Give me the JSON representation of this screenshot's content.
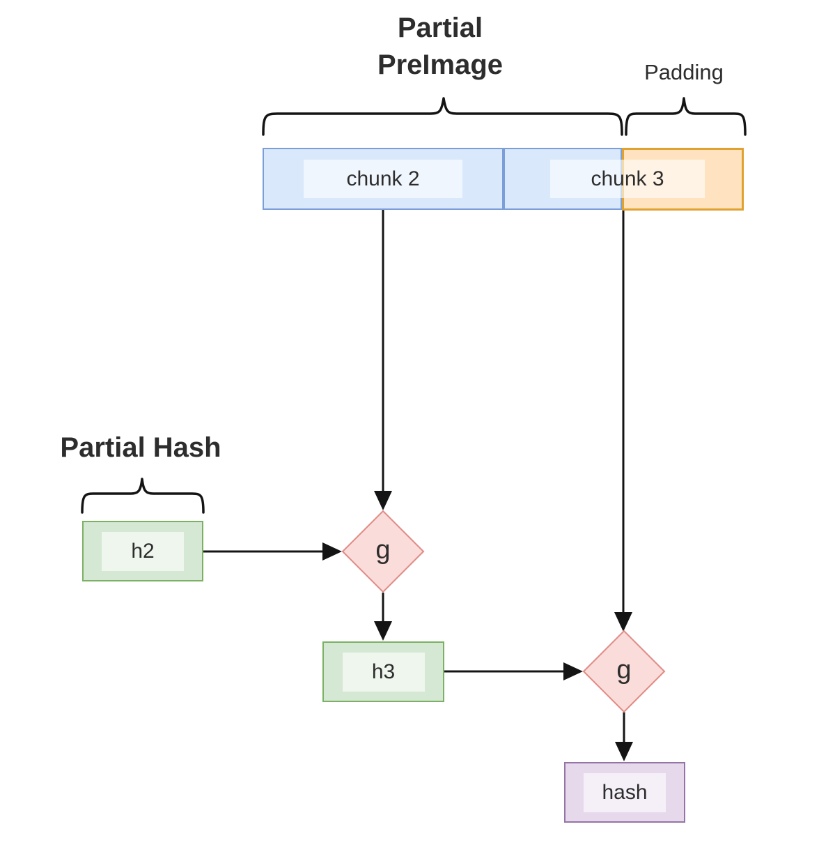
{
  "title": {
    "line1": "Partial",
    "line2": "PreImage"
  },
  "labels": {
    "padding": "Padding",
    "partial_hash": "Partial Hash"
  },
  "nodes": {
    "chunk2": {
      "label": "chunk 2"
    },
    "chunk3": {
      "label": "chunk 3"
    },
    "h2": {
      "label": "h2"
    },
    "h3": {
      "label": "h3"
    },
    "g1": {
      "label": "g"
    },
    "g2": {
      "label": "g"
    },
    "hash": {
      "label": "hash"
    }
  },
  "palette": {
    "blue-fill": "#d9e8fb",
    "blue-stroke": "#7b9ed9",
    "orange-fill": "#ffe2c0",
    "orange-stroke": "#e0a22e",
    "green-fill": "#d5e8d4",
    "green-stroke": "#7cb164",
    "red-fill": "#fadcda",
    "red-stroke": "#e08a84",
    "purple-fill": "#e6d9ec",
    "purple-stroke": "#9673a6",
    "line": "#141414",
    "text": "#2d2d2d",
    "label-overlay": "rgba(255,255,255,0.6)"
  }
}
